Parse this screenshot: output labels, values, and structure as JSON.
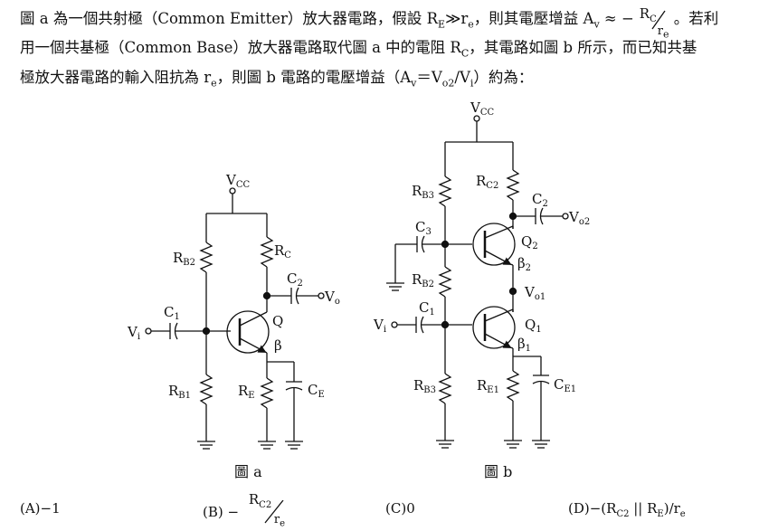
{
  "question": {
    "line1_a": "圖 a 為一個共射極（Common Emitter）放大器電路，假設 R",
    "line1_sub_E": "E",
    "line1_b": "≫r",
    "line1_sub_e": "e",
    "line1_c": "，則其電壓增益 A",
    "line1_sub_v": "v",
    "line1_d": " ≈ −",
    "frac_num": "R",
    "frac_num_sub": "C",
    "frac_den": "r",
    "frac_den_sub": "e",
    "line1_e": "。若利",
    "line2": "用一個共基極（Common Base）放大器電路取代圖 a 中的電阻 R",
    "line2_sub": "C",
    "line2_b": "，其電路如圖 b 所示，而已知共基",
    "line3_a": "極放大器電路的輸入阻抗為 r",
    "line3_sub": "e",
    "line3_b": "，則圖 b 電路的電壓增益（A",
    "line3_sub_v": "v",
    "line3_c": "＝V",
    "line3_sub_o2": "o2",
    "line3_d": "/V",
    "line3_sub_i": "i",
    "line3_e": "）約為："
  },
  "figure_a": {
    "caption": "圖 a",
    "vcc": "V",
    "vcc_sub": "CC",
    "rb2": "R",
    "rb2_sub": "B2",
    "rc": "R",
    "rc_sub": "C",
    "c2": "C",
    "c2_sub": "2",
    "vo": "V",
    "vo_sub": "o",
    "c1": "C",
    "c1_sub": "1",
    "vi": "V",
    "vi_sub": "i",
    "q": "Q",
    "beta": "β",
    "rb1": "R",
    "rb1_sub": "B1",
    "re": "R",
    "re_sub": "E",
    "ce": "C",
    "ce_sub": "E"
  },
  "figure_b": {
    "caption": "圖 b",
    "vcc": "V",
    "vcc_sub": "CC",
    "rb3_top": "R",
    "rb3_top_sub": "B3",
    "rc2": "R",
    "rc2_sub": "C2",
    "c2": "C",
    "c2_sub": "2",
    "vo2": "V",
    "vo2_sub": "o2",
    "c3": "C",
    "c3_sub": "3",
    "q2": "Q",
    "q2_sub": "2",
    "beta2": "β",
    "beta2_sub": "2",
    "rb2": "R",
    "rb2_sub": "B2",
    "vo1": "V",
    "vo1_sub": "o1",
    "c1": "C",
    "c1_sub": "1",
    "vi": "V",
    "vi_sub": "i",
    "q1": "Q",
    "q1_sub": "1",
    "beta1": "β",
    "beta1_sub": "1",
    "rb3_bot": "R",
    "rb3_bot_sub": "B3",
    "re1": "R",
    "re1_sub": "E1",
    "ce1": "C",
    "ce1_sub": "E1"
  },
  "options": {
    "a_label": "(A)",
    "a_value": "−1",
    "b_label": "(B)",
    "b_sign": "−",
    "b_num": "R",
    "b_num_sub": "C2",
    "b_den": "r",
    "b_den_sub": "e",
    "c_label": "(C)",
    "c_value": "0",
    "d_label": "(D)",
    "d_value_a": "−(R",
    "d_sub1": "C2",
    "d_value_b": " || R",
    "d_sub2": "E",
    "d_value_c": ")/r",
    "d_sub3": "e"
  }
}
